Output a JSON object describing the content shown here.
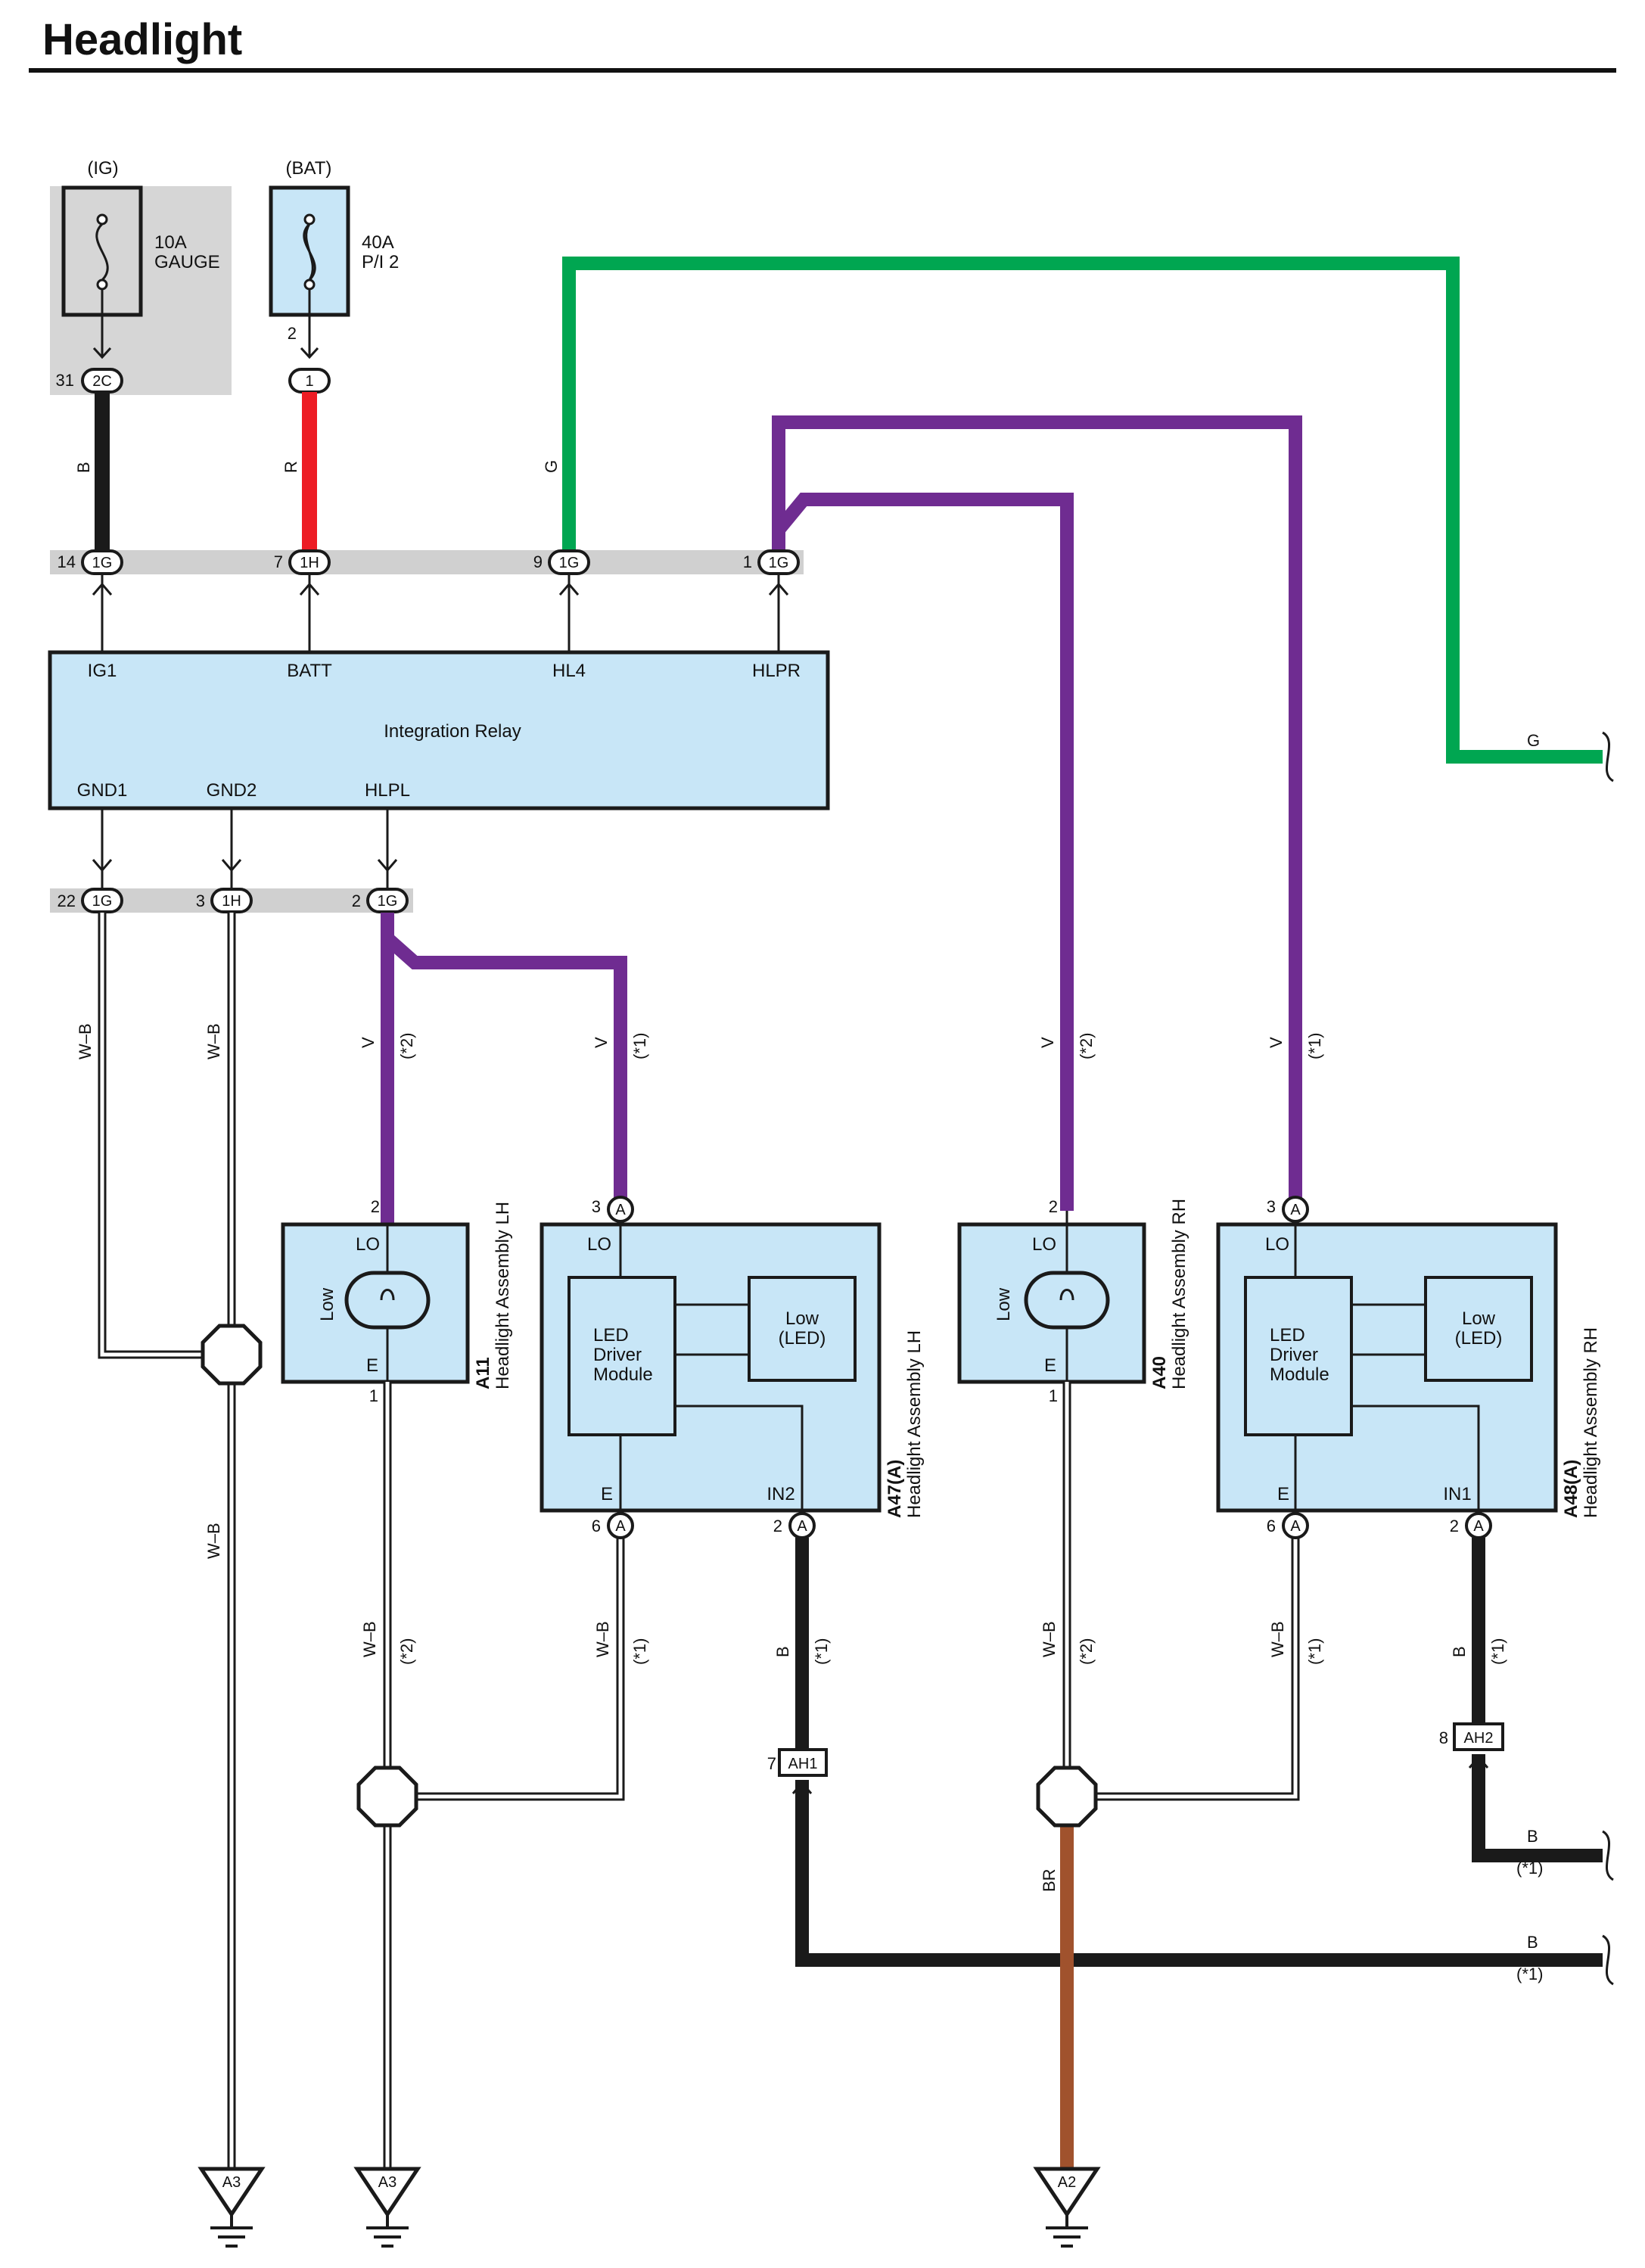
{
  "title": "Headlight",
  "colors": {
    "green": "#00a651",
    "purple": "#6f2c91",
    "red": "#ed1c24",
    "black": "#1a1a1a",
    "brown": "#a0522d",
    "relay_fill": "#c8e6f7",
    "ground_bar": "#d0d0d0"
  },
  "fuses": {
    "ig": {
      "supply": "(IG)",
      "rating": "10A",
      "name": "GAUGE"
    },
    "bat": {
      "supply": "(BAT)",
      "rating": "40A",
      "name": "P/I 2"
    }
  },
  "relay": {
    "name": "Integration Relay",
    "top_pins": [
      "IG1",
      "BATT",
      "HL4",
      "HLPR"
    ],
    "bottom_pins": [
      "GND1",
      "GND2",
      "HLPL"
    ]
  },
  "connectors": {
    "c_2c": {
      "num": "31",
      "id": "2C"
    },
    "c_bat": {
      "num": "2",
      "id": "1"
    },
    "c_ig1": {
      "num": "14",
      "id": "1G"
    },
    "c_batt": {
      "num": "7",
      "id": "1H"
    },
    "c_hl4": {
      "num": "9",
      "id": "1G"
    },
    "c_hlpr": {
      "num": "1",
      "id": "1G"
    },
    "c_gnd1": {
      "num": "22",
      "id": "1G"
    },
    "c_gnd2": {
      "num": "3",
      "id": "1H"
    },
    "c_hlpl": {
      "num": "2",
      "id": "1G"
    },
    "ah1": {
      "num": "7",
      "id": "AH1"
    },
    "ah2": {
      "num": "8",
      "id": "AH2"
    }
  },
  "wire_labels": {
    "b": "B",
    "r": "R",
    "g": "G",
    "v": "V",
    "wb": "W–B",
    "br": "BR",
    "note1": "(*1)",
    "note2": "(*2)"
  },
  "components": {
    "a11": {
      "code": "A11",
      "name": "Headlight Assembly LH",
      "top_pin": "2",
      "bottom_pin": "1",
      "lo": "LO",
      "e": "E",
      "lamp": "Low"
    },
    "a47": {
      "code": "A47(A)",
      "name": "Headlight Assembly LH",
      "top_pin": "3",
      "pin6": "6",
      "pin2": "2",
      "lo": "LO",
      "e": "E",
      "in": "IN2",
      "module_l1": "LED",
      "module_l2": "Driver",
      "module_l3": "Module",
      "led_l1": "Low",
      "led_l2": "(LED)",
      "conn": "A"
    },
    "a40": {
      "code": "A40",
      "name": "Headlight Assembly RH",
      "top_pin": "2",
      "bottom_pin": "1",
      "lo": "LO",
      "e": "E",
      "lamp": "Low"
    },
    "a48": {
      "code": "A48(A)",
      "name": "Headlight Assembly RH",
      "top_pin": "3",
      "pin6": "6",
      "pin2": "2",
      "lo": "LO",
      "e": "E",
      "in": "IN1",
      "module_l1": "LED",
      "module_l2": "Driver",
      "module_l3": "Module",
      "led_l1": "Low",
      "led_l2": "(LED)",
      "conn": "A"
    }
  },
  "grounds": {
    "g1": "A3",
    "g2": "A3",
    "g3": "A2"
  }
}
